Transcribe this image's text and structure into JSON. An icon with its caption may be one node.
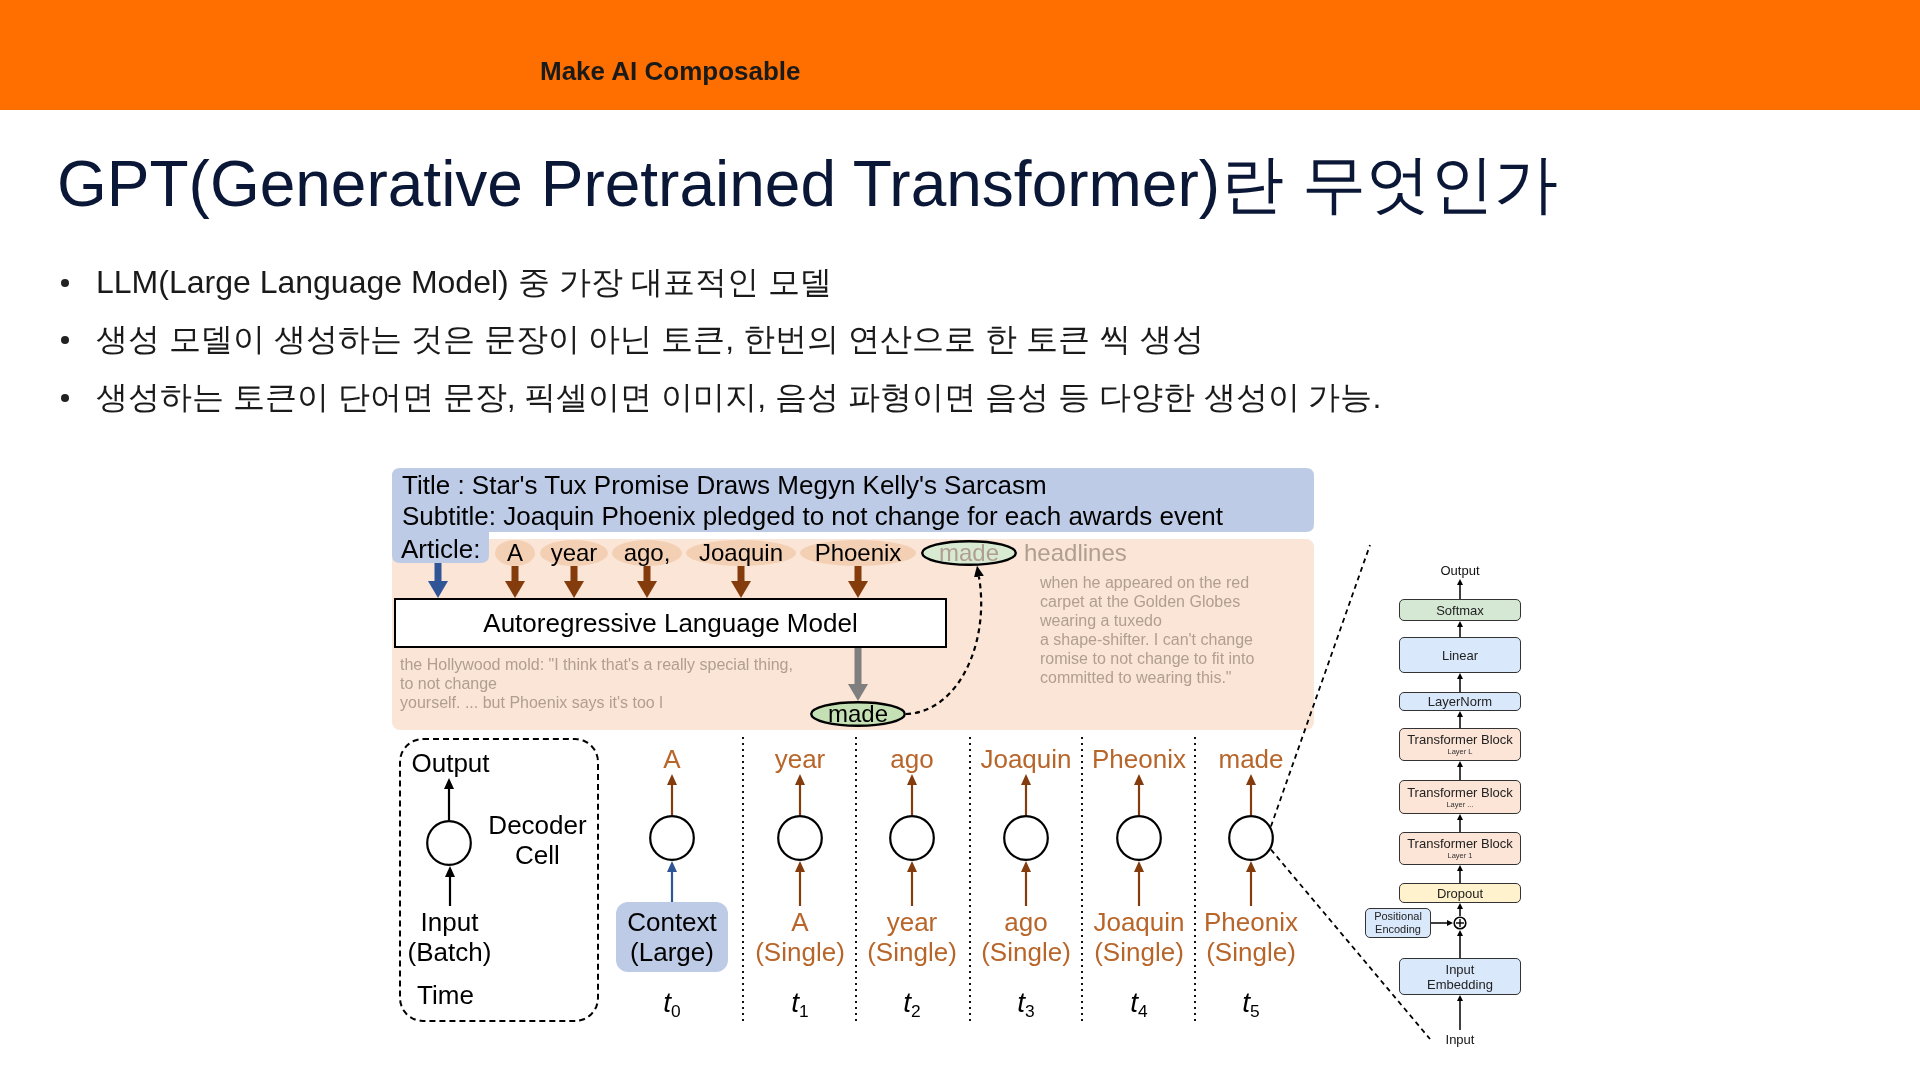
{
  "diagram": {
    "title": "GPT(Generative Pretrained Transformer)란 무엇인가",
    "nodes": [
      {
        "text": [
          "Title : Star's Tux Promise Draws Megyn Kelly's Sarcasm",
          "Subtitle: Joaquin Phoenix pledged to not change for each awards event",
          "Article:"
        ]
      },
      {
        "text": [
          "headlines",
          "when he appeared on the red carpet at the Golden Globes wearing a tuxedo",
          "a shape-shifter. I can't change",
          "romise to not change to fit into",
          "the Hollywood mold: \"I think that's a really special thing, to not change",
          "yourself. ... but Phoenix says it's too l",
          "committed to wearing this.\""
        ]
      },
      {
        "text": [
          "A"
        ],
        "in": 1
      },
      {
        "text": [
          "year"
        ],
        "in": 1
      },
      {
        "text": [
          "ago,"
        ],
        "in": 1
      },
      {
        "text": [
          "Joaquin"
        ],
        "in": 1
      },
      {
        "text": [
          "Phoenix"
        ],
        "in": 1
      },
      {
        "text": [
          "made"
        ],
        "in": 1
      },
      {
        "text": [
          "Autoregressive Language Model"
        ],
        "in": 1
      },
      {
        "text": [
          "made"
        ],
        "in": 1
      },
      {
        "text": [
          "Time"
        ]
      },
      {
        "text": [
          "Output"
        ],
        "in": 10
      },
      {
        "text": [],
        "shape": "circle",
        "beside": [
          "Decoder Cell"
        ],
        "in": 10
      },
      {
        "text": [
          "Input (Batch)"
        ],
        "in": 10
      },
      {
        "text": [
          "A"
        ]
      },
      {
        "text": [
          "year"
        ]
      },
      {
        "text": [
          "ago"
        ]
      },
      {
        "text": [
          "Joaquin"
        ]
      },
      {
        "text": [
          "Pheonix"
        ]
      },
      {
        "text": [
          "made"
        ]
      },
      {
        "text": [],
        "shape": "circle"
      },
      {
        "text": [],
        "shape": "circle"
      },
      {
        "text": [],
        "shape": "circle"
      },
      {
        "text": [],
        "shape": "circle"
      },
      {
        "text": [],
        "shape": "circle"
      },
      {
        "text": [],
        "shape": "circle"
      },
      {
        "text": [
          "Context (Large)"
        ]
      },
      {
        "text": [
          "A (Single)"
        ]
      },
      {
        "text": [
          "year (Single)"
        ]
      },
      {
        "text": [
          "ago (Single)"
        ]
      },
      {
        "text": [
          "Joaquin (Single)"
        ]
      },
      {
        "text": [
          "Pheonix (Single)"
        ]
      },
      {
        "text": [
          "Output"
        ]
      },
      {
        "text": [
          "Softmax"
        ]
      },
      {
        "text": [
          "Linear"
        ]
      },
      {
        "text": [
          "LayerNorm"
        ]
      },
      {
        "text": [
          "Transformer Block",
          "Layer L"
        ]
      },
      {
        "text": [
          "Transformer Block",
          "Layer ..."
        ]
      },
      {
        "text": [
          "Transformer Block",
          "Layer 1"
        ]
      },
      {
        "text": [
          "Dropout"
        ]
      },
      {
        "text": [
          "Positional Encoding"
        ]
      },
      {
        "text": [],
        "shape": "circle"
      },
      {
        "text": [
          "Input Embedding"
        ]
      },
      {
        "text": [
          "Input"
        ]
      }
    ],
    "edges": [
      {
        "from": 0,
        "to": 8,
        "arrow": "to",
        "style": "thick",
        "color": "#2f5597"
      },
      {
        "from": 2,
        "to": 8,
        "arrow": "to",
        "style": "thick",
        "color": "#843c0c"
      },
      {
        "from": 3,
        "to": 8,
        "arrow": "to",
        "style": "thick",
        "color": "#843c0c"
      },
      {
        "from": 4,
        "to": 8,
        "arrow": "to",
        "style": "thick",
        "color": "#843c0c"
      },
      {
        "from": 5,
        "to": 8,
        "arrow": "to",
        "style": "thick",
        "color": "#843c0c"
      },
      {
        "from": 6,
        "to": 8,
        "arrow": "to",
        "style": "thick",
        "color": "#843c0c"
      },
      {
        "from": 8,
        "to": 9,
        "arrow": "to",
        "style": "thick",
        "color": "#7f7f7f"
      },
      {
        "from": 9,
        "to": 7,
        "arrow": "to",
        "style": "dashed",
        "color": "#000000"
      },
      {
        "from": 12,
        "to": 11,
        "arrow": "to",
        "color": "#000000"
      },
      {
        "from": 13,
        "to": 12,
        "arrow": "to",
        "color": "#000000"
      },
      {
        "from": 20,
        "to": 14,
        "arrow": "to",
        "color": "#843c0c"
      },
      {
        "from": 21,
        "to": 15,
        "arrow": "to",
        "color": "#843c0c"
      },
      {
        "from": 22,
        "to": 16,
        "arrow": "to",
        "color": "#843c0c"
      },
      {
        "from": 23,
        "to": 17,
        "arrow": "to",
        "color": "#843c0c"
      },
      {
        "from": 24,
        "to": 18,
        "arrow": "to",
        "color": "#843c0c"
      },
      {
        "from": 25,
        "to": 19,
        "arrow": "to",
        "color": "#843c0c"
      },
      {
        "from": 26,
        "to": 20,
        "arrow": "to",
        "color": "#2f5597"
      },
      {
        "from": 27,
        "to": 21,
        "arrow": "to",
        "color": "#843c0c"
      },
      {
        "from": 28,
        "to": 22,
        "arrow": "to",
        "color": "#843c0c"
      },
      {
        "from": 29,
        "to": 23,
        "arrow": "to",
        "color": "#843c0c"
      },
      {
        "from": 30,
        "to": 24,
        "arrow": "to",
        "color": "#843c0c"
      },
      {
        "from": 31,
        "to": 25,
        "arrow": "to",
        "color": "#843c0c"
      },
      {
        "from": 43,
        "to": 42,
        "arrow": "to",
        "color": "#000000"
      },
      {
        "from": 42,
        "to": 41,
        "arrow": "to",
        "color": "#000000"
      },
      {
        "from": 40,
        "to": 41,
        "arrow": "to",
        "color": "#000000"
      },
      {
        "from": 41,
        "to": 39,
        "arrow": "to",
        "color": "#000000"
      },
      {
        "from": 39,
        "to": 38,
        "arrow": "to",
        "color": "#000000"
      },
      {
        "from": 38,
        "to": 37,
        "arrow": "to",
        "color": "#000000"
      },
      {
        "from": 37,
        "to": 36,
        "arrow": "to",
        "color": "#000000"
      },
      {
        "from": 36,
        "to": 35,
        "arrow": "to",
        "color": "#000000"
      },
      {
        "from": 35,
        "to": 34,
        "arrow": "to",
        "color": "#000000"
      },
      {
        "from": 34,
        "to": 33,
        "arrow": "to",
        "color": "#000000"
      },
      {
        "from": 33,
        "to": 32,
        "arrow": "to",
        "color": "#000000"
      },
      {
        "from": 25,
        "to": null,
        "arrow": "none",
        "style": "dashed",
        "color": "#000000"
      },
      {
        "from": 25,
        "to": 43,
        "arrow": "none",
        "style": "dashed",
        "color": "#000000"
      }
    ],
    "labels": [
      "Make AI Composable",
      "LLM(Large Language Model) 중 가장 대표적인 모델",
      "생성 모델이 생성하는 것은 문장이 아닌 토큰, 한번의 연산으로 한 토큰 씩 생성",
      "생성하는 토큰이 단어면 문장, 픽셀이면 이미지, 음성 파형이면 음성 등 다양한 생성이 가능.",
      "*t*$_{0}$",
      "*t*$_{1}$",
      "*t*$_{2}$",
      "*t*$_{3}$",
      "*t*$_{4}$",
      "*t*$_{5}$"
    ]
  }
}
